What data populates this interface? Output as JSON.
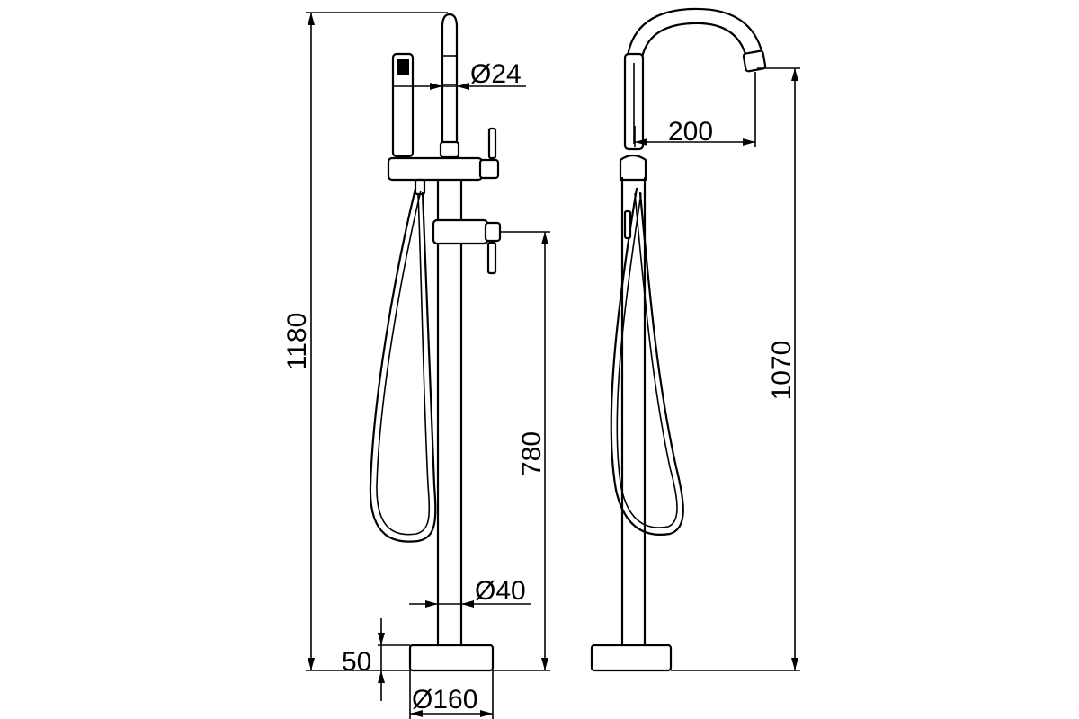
{
  "dimensions": {
    "front_height": "1180",
    "spout_diameter": "Ø24",
    "handle_height": "780",
    "pipe_diameter": "Ø40",
    "base_height": "50",
    "base_diameter": "Ø160",
    "spout_reach": "200",
    "side_height": "1070"
  },
  "colors": {
    "line": "#000000",
    "background": "#ffffff"
  }
}
